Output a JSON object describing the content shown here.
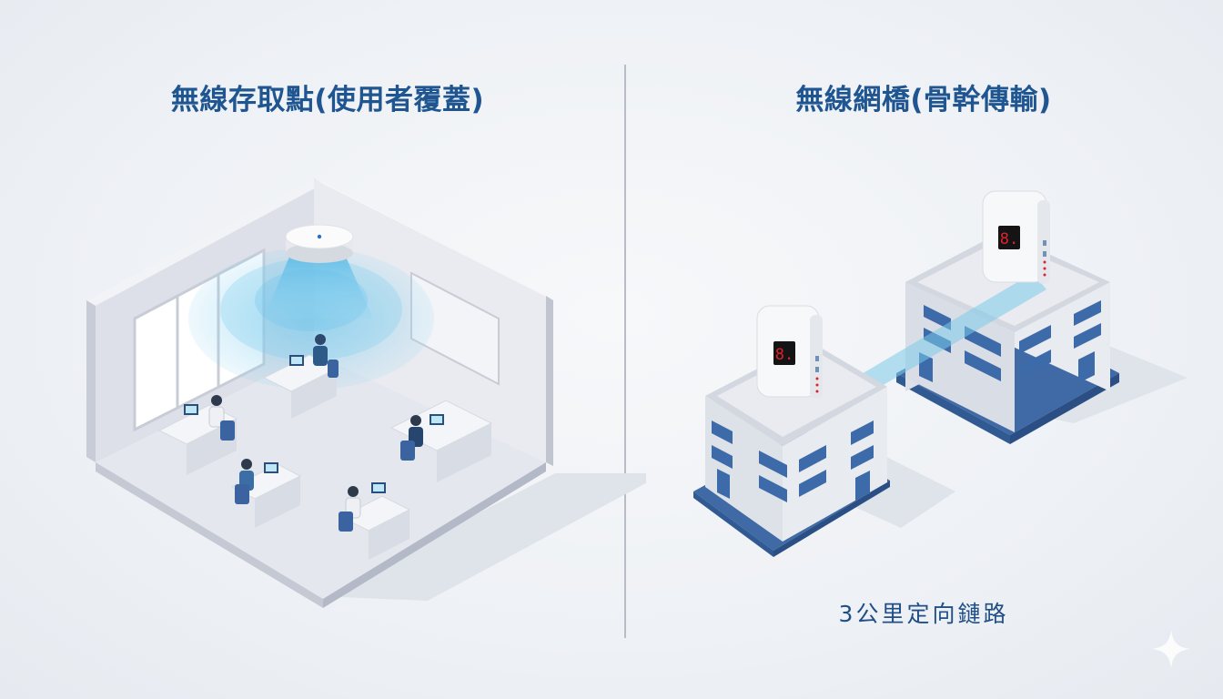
{
  "left_panel": {
    "title": "無線存取點(使用者覆蓋)",
    "illustration": "isometric office room with ceiling-mounted access point emitting concentric blue coverage waves over five seated workers at laptops",
    "device_icon": "ceiling-access-point-icon",
    "people_count": 5
  },
  "right_panel": {
    "title": "無線網橋(骨幹傳輸)",
    "illustration": "two isometric office buildings each with a rooftop bridge device linked by a translucent blue directional beam",
    "device_icon": "rooftop-bridge-device-icon",
    "device_display": "8.",
    "caption": "3公里定向鏈路"
  },
  "colors": {
    "title": "#1f5590",
    "caption": "#1f4f86",
    "beam": "#7ccbea",
    "building_base": "#3f6aa6",
    "window": "#3d6aa8",
    "display_red": "#e0202a",
    "divider": "#b8bcc4",
    "background": "#eef1f5"
  },
  "decor": {
    "corner_icon": "sparkle-icon"
  }
}
